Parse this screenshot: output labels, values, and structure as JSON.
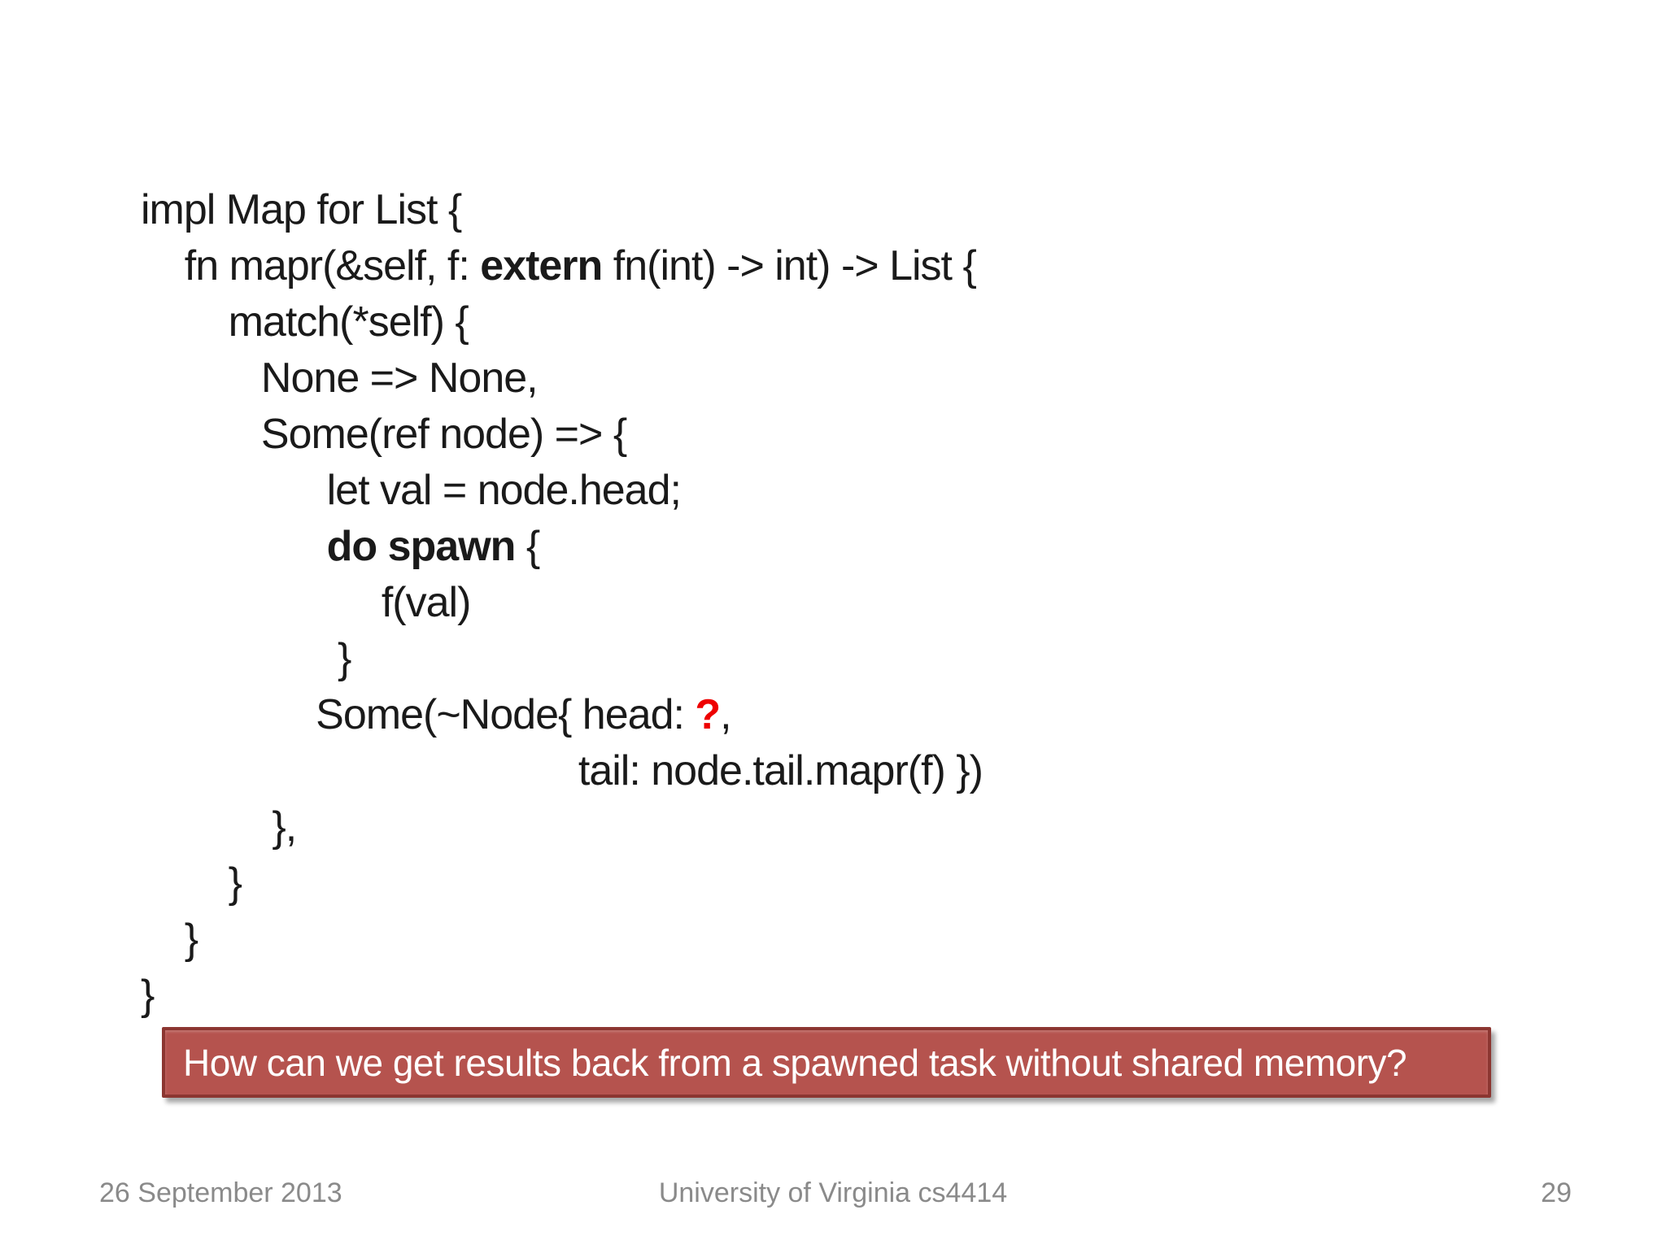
{
  "colors": {
    "code_text": "#1a1a1a",
    "accent_red": "#ee0000",
    "banner_fill": "#b5534e",
    "banner_border": "#8c3631",
    "banner_text": "#ffffff",
    "footer_text": "#8a8a8a",
    "background": "#ffffff"
  },
  "code": {
    "lines": [
      {
        "segs": [
          {
            "t": "impl Map for List {"
          }
        ]
      },
      {
        "segs": [
          {
            "t": "    fn mapr(&self, f: "
          },
          {
            "t": "extern",
            "bold": true
          },
          {
            "t": " fn(int) -> int) -> List {"
          }
        ]
      },
      {
        "segs": [
          {
            "t": "        match(*self) {"
          }
        ]
      },
      {
        "segs": [
          {
            "t": "           None => None,"
          }
        ]
      },
      {
        "segs": [
          {
            "t": "           Some(ref node) => {"
          }
        ]
      },
      {
        "segs": [
          {
            "t": "                 let val = node.head;"
          }
        ]
      },
      {
        "segs": [
          {
            "t": "                 "
          },
          {
            "t": "do spawn",
            "bold": true
          },
          {
            "t": " {"
          }
        ]
      },
      {
        "segs": [
          {
            "t": "                      f(val)"
          }
        ]
      },
      {
        "segs": [
          {
            "t": "                  }"
          }
        ]
      },
      {
        "segs": [
          {
            "t": "                Some(~Node{ head: "
          },
          {
            "t": "?",
            "bold": true,
            "red": true
          },
          {
            "t": ","
          }
        ]
      },
      {
        "segs": [
          {
            "t": "                                        tail: node.tail.mapr(f) })"
          }
        ]
      },
      {
        "segs": [
          {
            "t": "            },"
          }
        ]
      },
      {
        "segs": [
          {
            "t": "        }"
          }
        ]
      },
      {
        "segs": [
          {
            "t": "    }"
          }
        ]
      },
      {
        "segs": [
          {
            "t": "}"
          }
        ]
      }
    ]
  },
  "banner": {
    "text": "How can we get results back from a spawned task without shared memory?"
  },
  "footer": {
    "date": "26 September 2013",
    "center": "University of Virginia cs4414",
    "page": "29"
  }
}
